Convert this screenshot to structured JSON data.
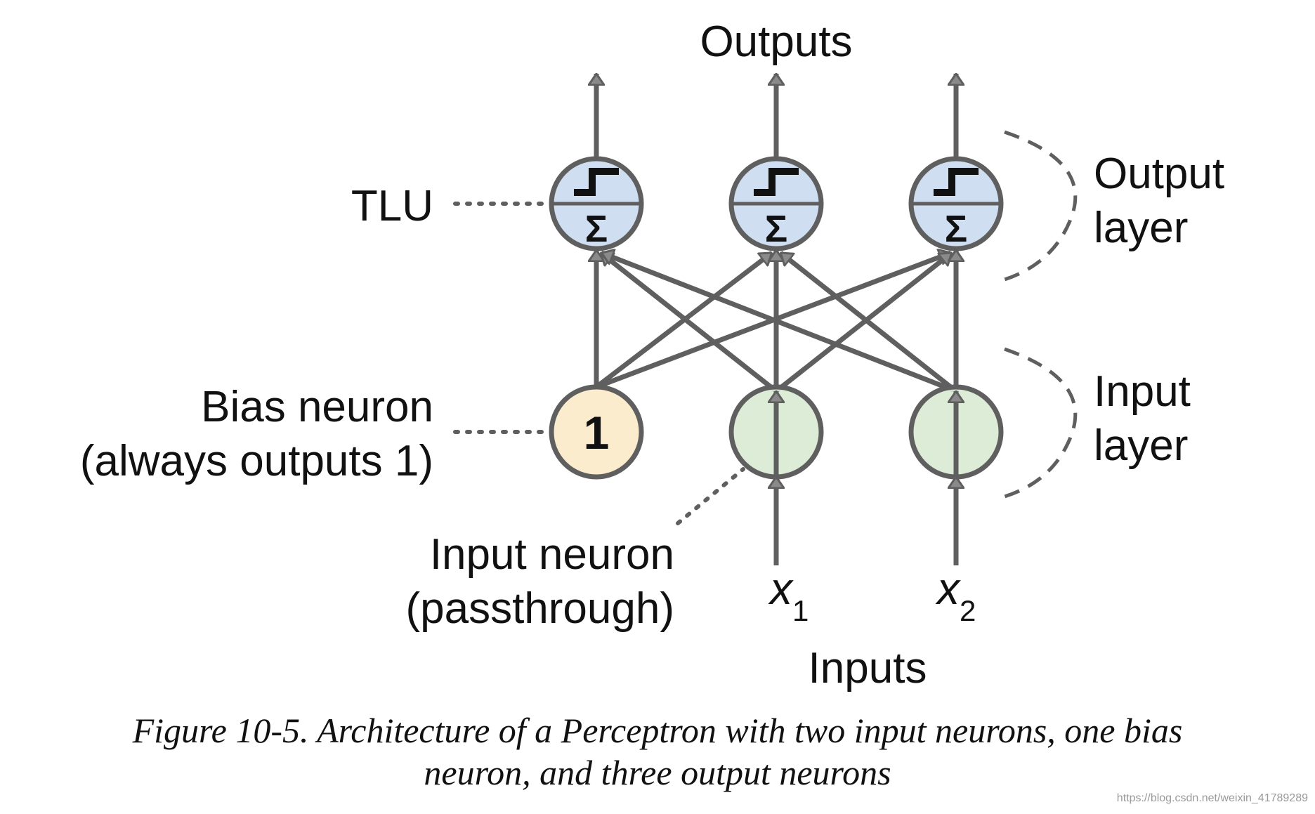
{
  "diagram": {
    "title": "Outputs",
    "inputs_label": "Inputs",
    "tlu_label": "TLU",
    "bias_label_line1": "Bias neuron",
    "bias_label_line2": "(always outputs 1)",
    "input_neuron_label_line1": "Input neuron",
    "input_neuron_label_line2": "(passthrough)",
    "output_layer_line1": "Output",
    "output_layer_line2": "layer",
    "input_layer_line1": "Input",
    "input_layer_line2": "layer",
    "bias_value": "1",
    "sum_symbol": "Σ",
    "x1_base": "x",
    "x1_sub": "1",
    "x2_base": "x",
    "x2_sub": "2"
  },
  "colors": {
    "stroke": "#5f5f5f",
    "tlu_fill": "#cfdef0",
    "bias_fill": "#fbeccd",
    "input_fill": "#d9ead3"
  },
  "caption": {
    "line1": "Figure 10-5. Architecture of a Perceptron with two input neurons, one bias",
    "line2": "neuron, and three output neurons"
  },
  "watermark": "https://blog.csdn.net/weixin_41789289"
}
